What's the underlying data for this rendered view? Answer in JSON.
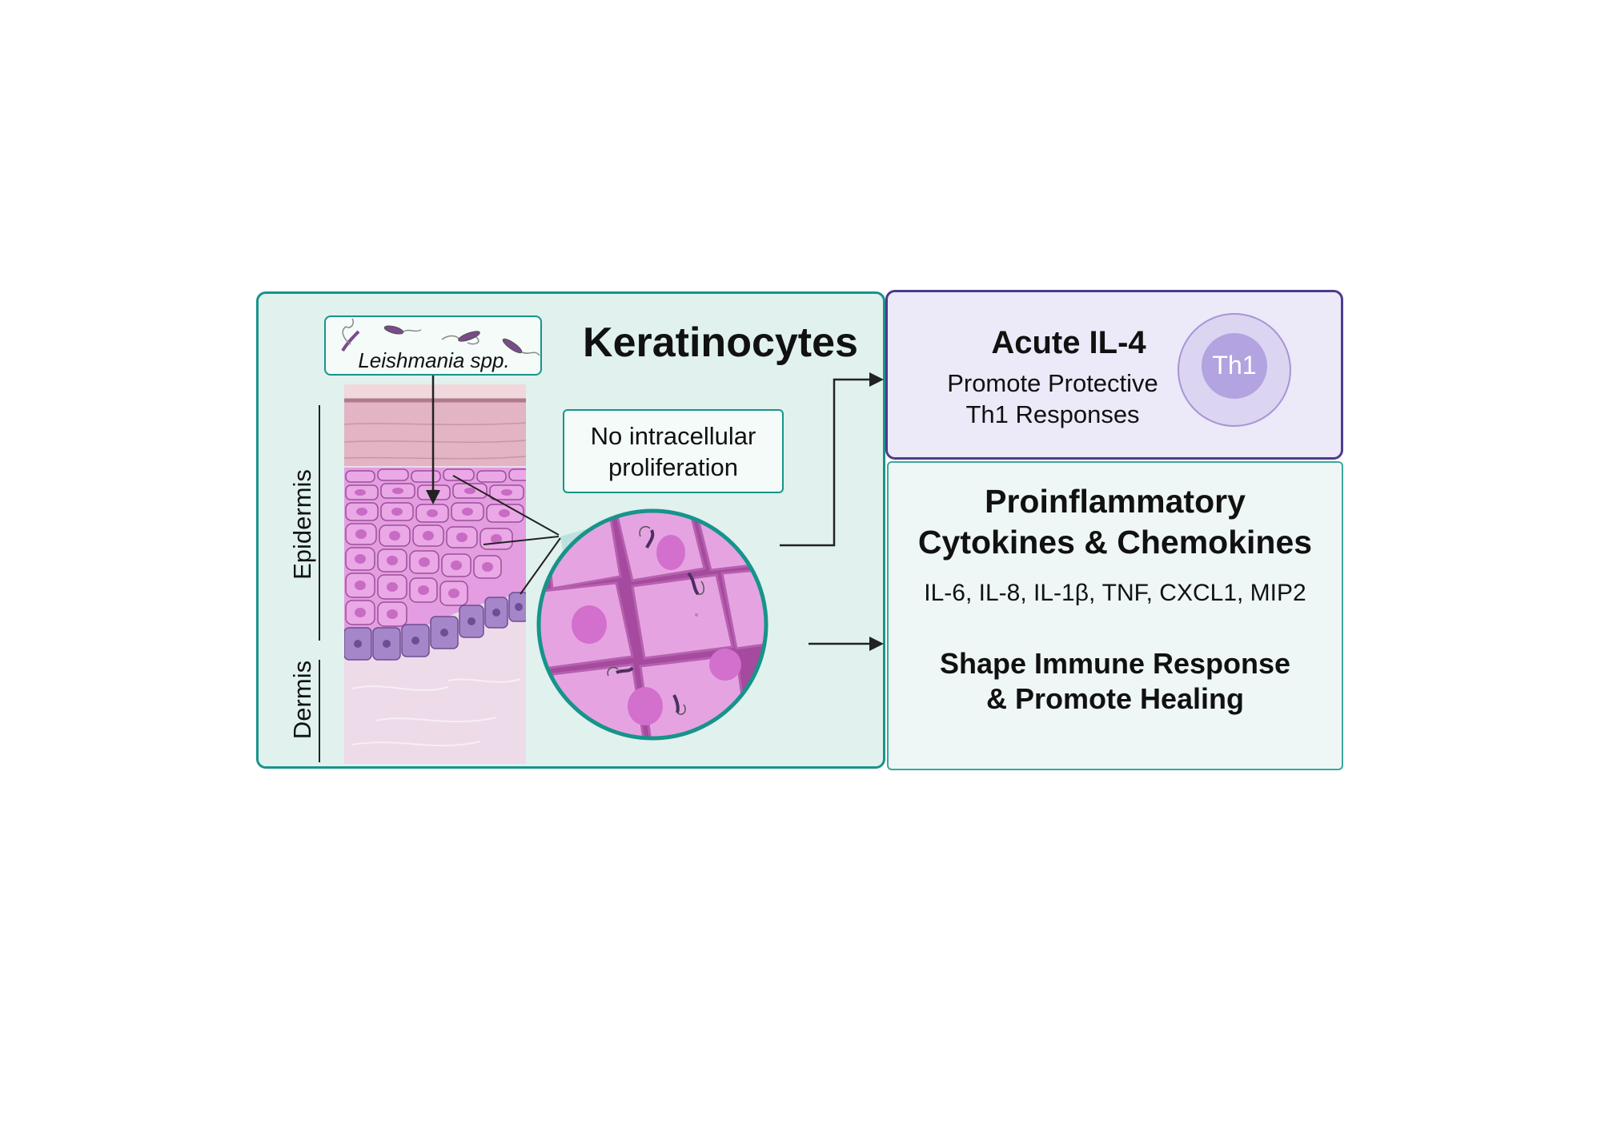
{
  "keratinocytes_panel": {
    "title": "Keratinocytes",
    "leishmania_label": "Leishmania spp.",
    "no_proliferation_line1": "No intracellular",
    "no_proliferation_line2": "proliferation",
    "epidermis_label": "Epidermis",
    "dermis_label": "Dermis"
  },
  "il4_panel": {
    "title": "Acute IL-4",
    "line1": "Promote Protective",
    "line2": "Th1 Responses",
    "th1_label": "Th1"
  },
  "cytokine_panel": {
    "title_line1": "Proinflammatory",
    "title_line2": "Cytokines & Chemokines",
    "list": "IL-6, IL-8, IL-1β, TNF, CXCL1, MIP2",
    "effect_line1": "Shape Immune Response",
    "effect_line2": "& Promote Healing"
  },
  "colors": {
    "teal_border": "#17948a",
    "teal_fill": "#e0f1ee",
    "purple_border": "#4d3b8c",
    "purple_fill": "#ece9f8",
    "cell_pink": "#e6a3e1",
    "basal_purple": "#a586c8"
  }
}
